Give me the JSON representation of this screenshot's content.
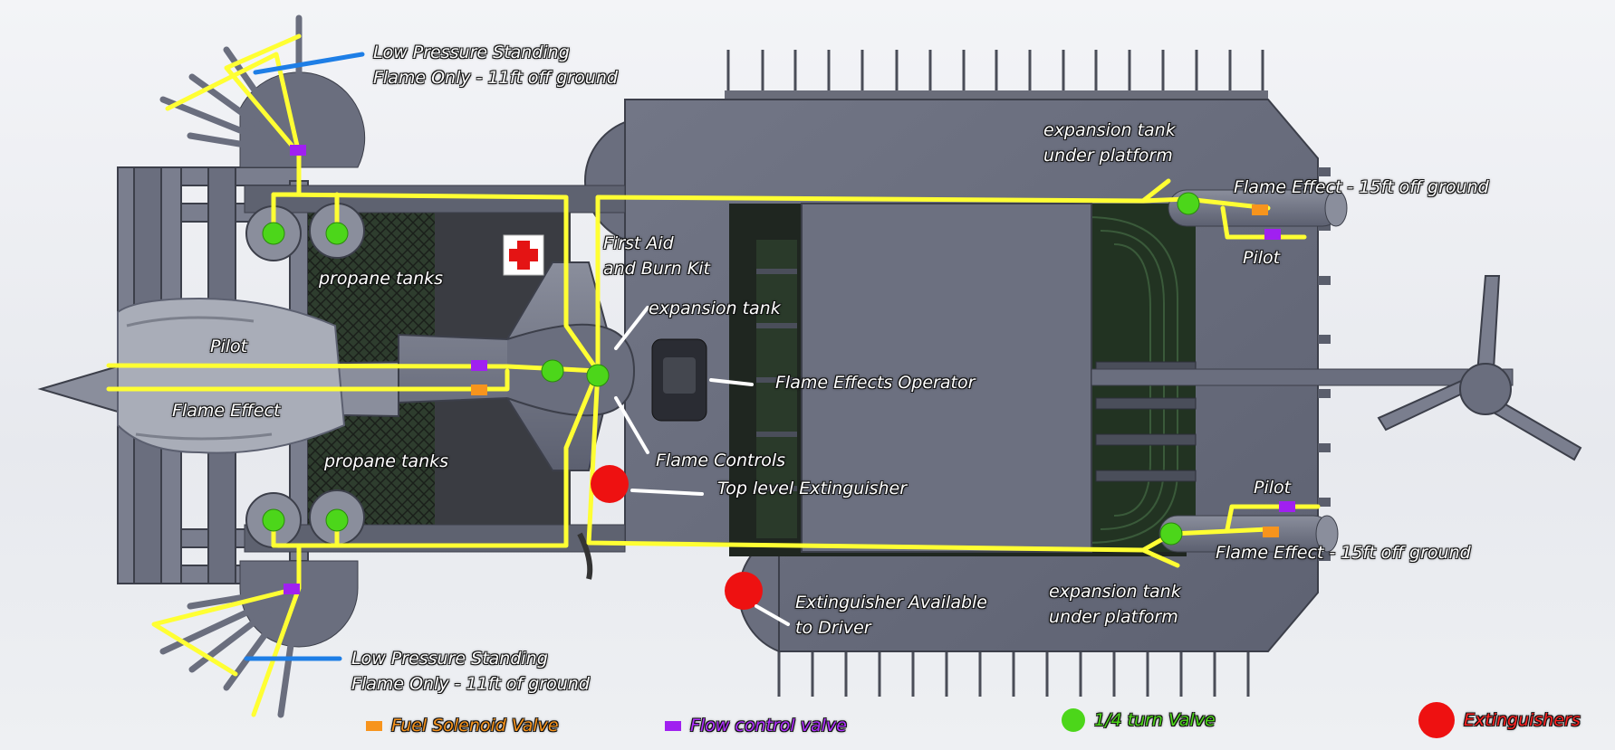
{
  "labels": {
    "low_pressure_top": [
      "Low Pressure Standing",
      "Flame Only - 11ft off ground"
    ],
    "low_pressure_bottom": [
      "Low Pressure Standing",
      "Flame Only - 11ft of ground"
    ],
    "propane_tanks_top": "propane tanks",
    "propane_tanks_bottom": "propane tanks",
    "pilot_front": "Pilot",
    "flame_effect_front": "Flame Effect",
    "first_aid": [
      "First Aid",
      "and Burn Kit"
    ],
    "expansion_tank_center": "expansion tank",
    "flame_effects_operator": "Flame Effects Operator",
    "flame_controls": "Flame Controls",
    "top_level_extinguisher": "Top level Extinguisher",
    "extinguisher_driver": [
      "Extinguisher Available",
      "to Driver"
    ],
    "expansion_tank_top": [
      "expansion tank",
      "under platform"
    ],
    "expansion_tank_bottom": [
      "expansion tank",
      "under platform"
    ],
    "flame_effect_rear_top": "Flame Effect - 15ft off ground",
    "flame_effect_rear_bottom": "Flame Effect - 15ft off ground",
    "pilot_rear_top": "Pilot",
    "pilot_rear_bottom": "Pilot"
  },
  "legend": [
    {
      "label": "Fuel Solenoid Valve",
      "color": "#f7941d",
      "shape": "rect"
    },
    {
      "label": "Flow control valve",
      "color": "#a020f0",
      "shape": "rect"
    },
    {
      "label": "1/4 turn Valve",
      "color": "#4cd61a",
      "shape": "dot"
    },
    {
      "label": "Extinguishers",
      "color": "#ee1111",
      "shape": "dot"
    }
  ],
  "colors": {
    "fuel_line": "#ffff33",
    "solenoid_valve": "#f7941d",
    "flow_control_valve": "#a020f0",
    "quarter_turn_valve": "#4cd61a",
    "extinguisher": "#ee1111",
    "pointer_blue": "#1e7ee6",
    "vehicle_body": "#6e7282"
  }
}
